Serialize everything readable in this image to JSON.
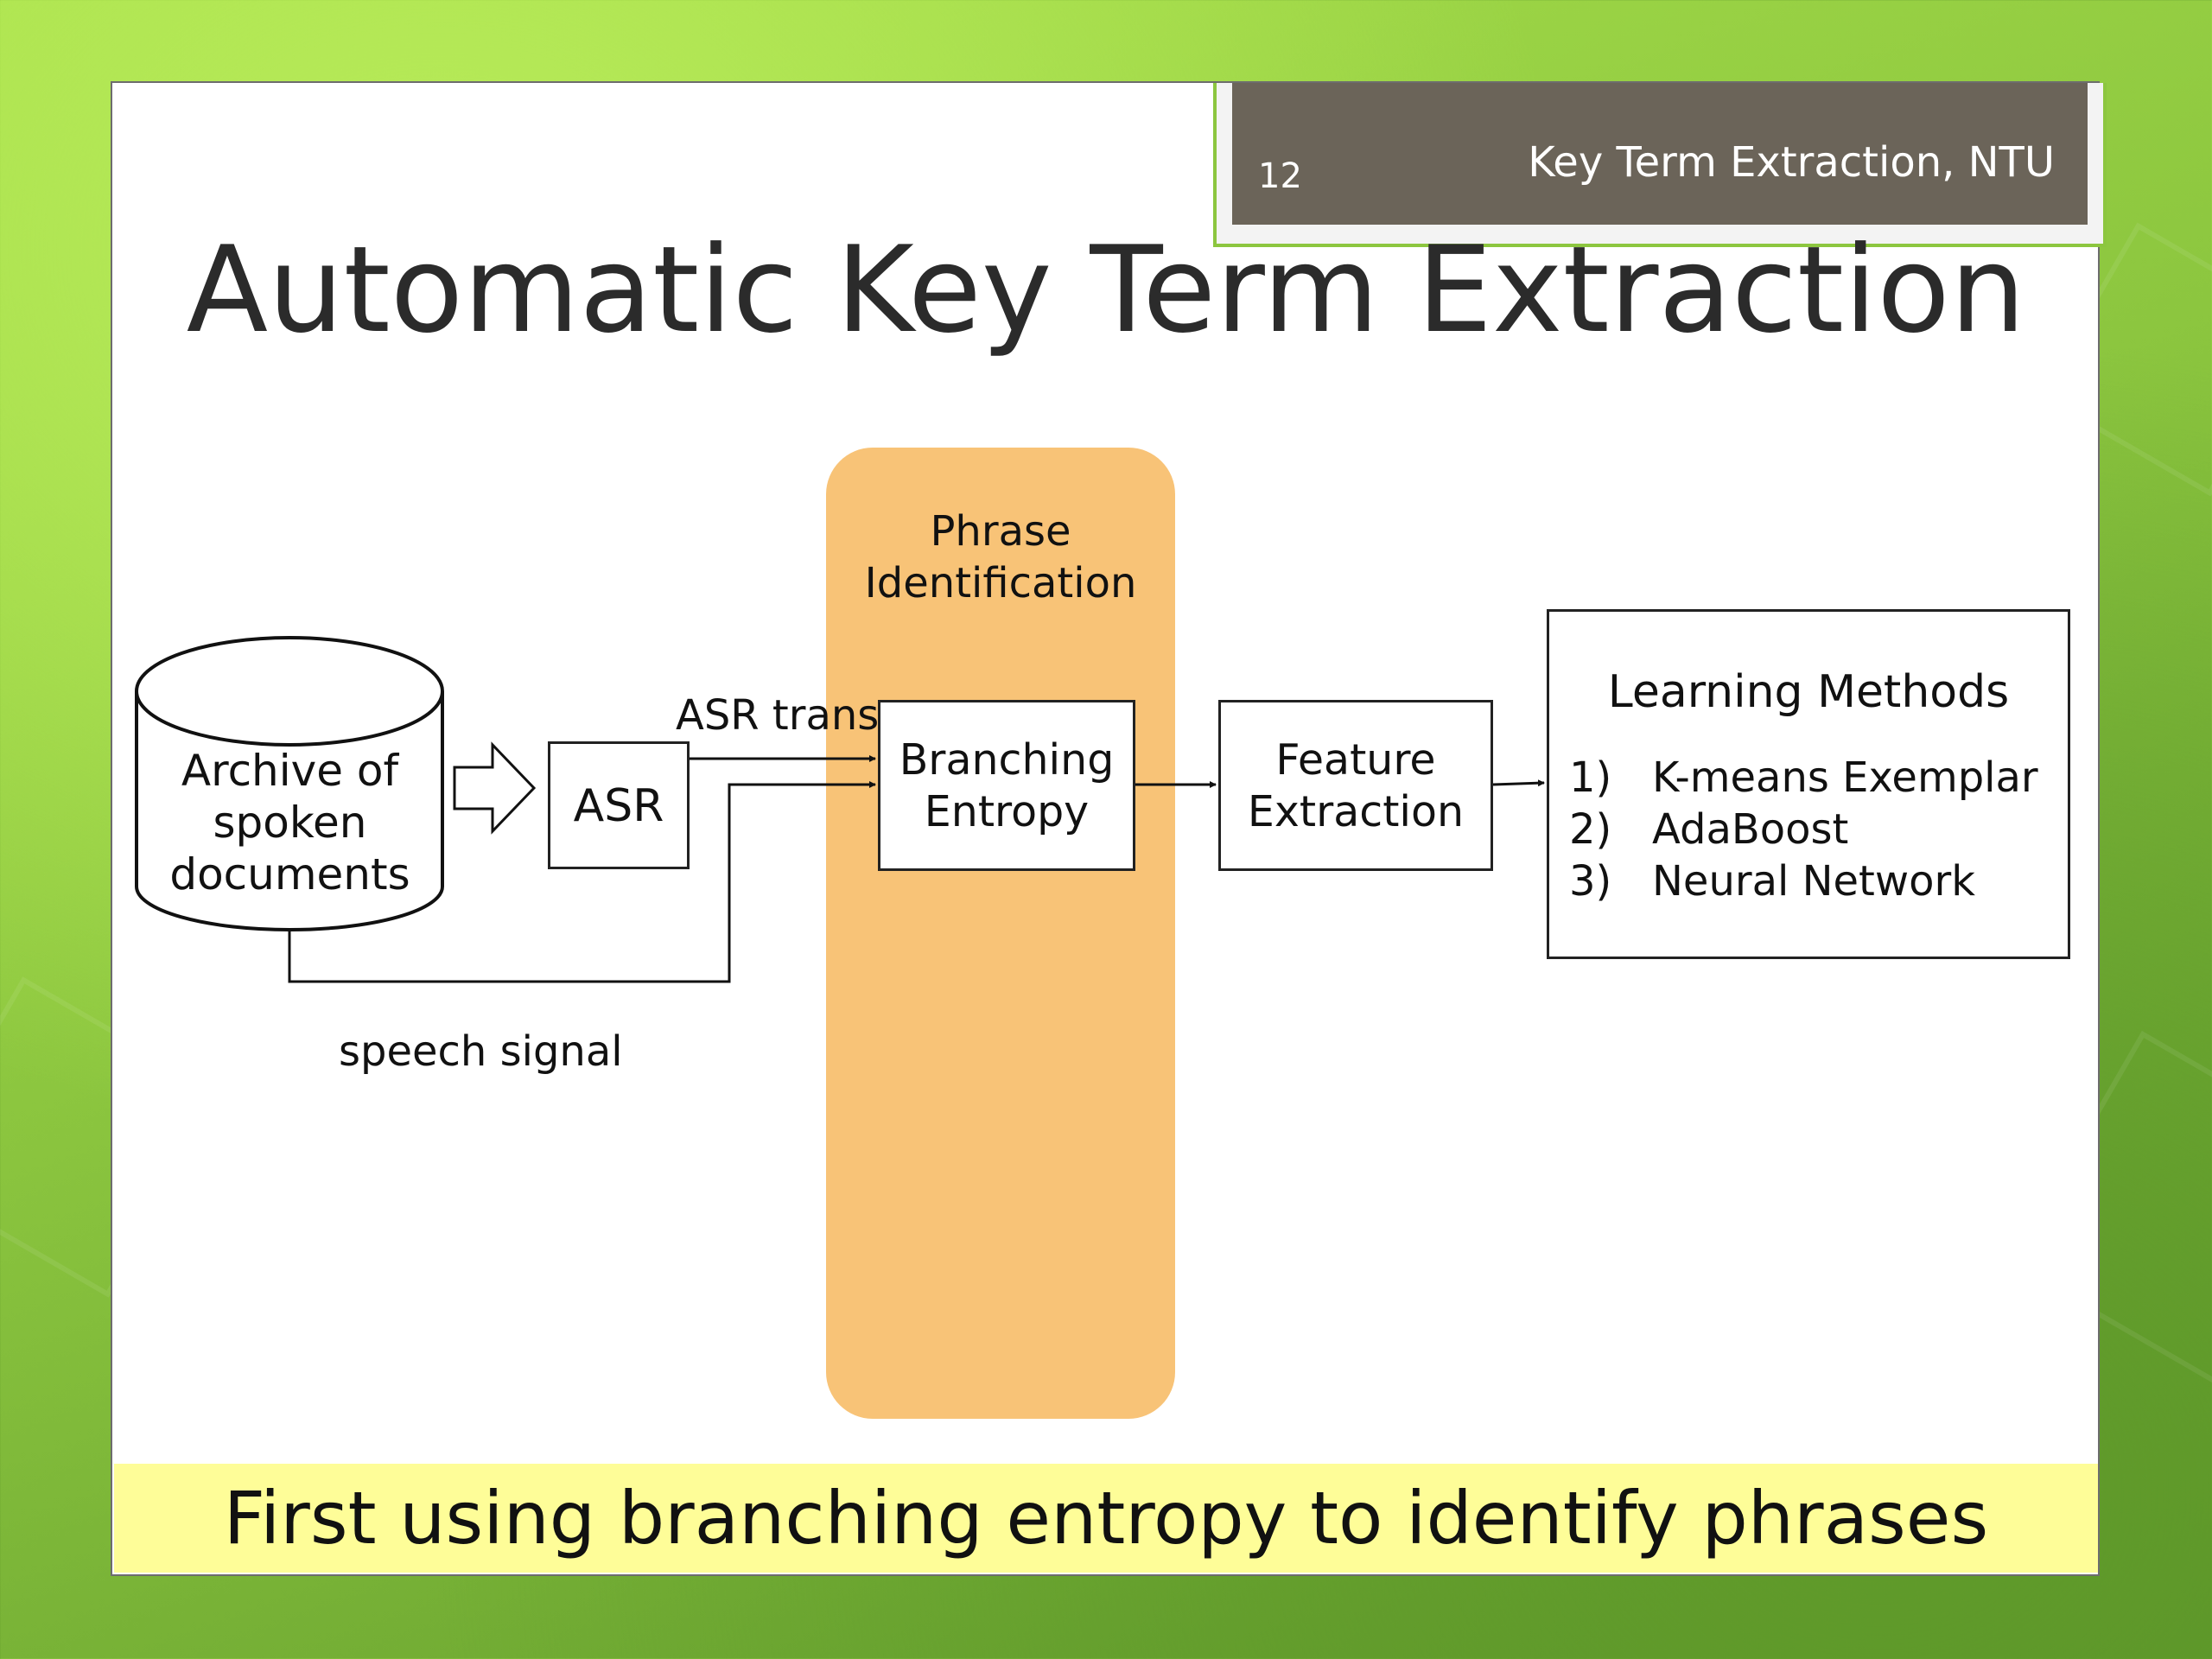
{
  "header": {
    "slide_number": "12",
    "title": "Key Term Extraction, NTU"
  },
  "slide_title": "Automatic Key Term Extraction",
  "diagram": {
    "archive_label_lines": [
      "Archive of",
      "spoken",
      "documents"
    ],
    "asr_label": "ASR",
    "asr_trans_label": "ASR trans",
    "speech_signal_label": "speech signal",
    "phase_label_lines": [
      "Phrase",
      "Identification"
    ],
    "branching_entropy_lines": [
      "Branching",
      "Entropy"
    ],
    "feature_extraction_lines": [
      "Feature",
      "Extraction"
    ],
    "learning_methods": {
      "title": "Learning Methods",
      "items": [
        {
          "num": "1)",
          "label": "K-means Exemplar"
        },
        {
          "num": "2)",
          "label": "AdaBoost"
        },
        {
          "num": "3)",
          "label": "Neural Network"
        }
      ]
    }
  },
  "footer_caption": "First using branching entropy to identify phrases",
  "colors": {
    "background_green": "#8cc63f",
    "header_bar": "#6b6459",
    "phase_band": "#f8c377",
    "footer_banner": "#fefd98"
  }
}
